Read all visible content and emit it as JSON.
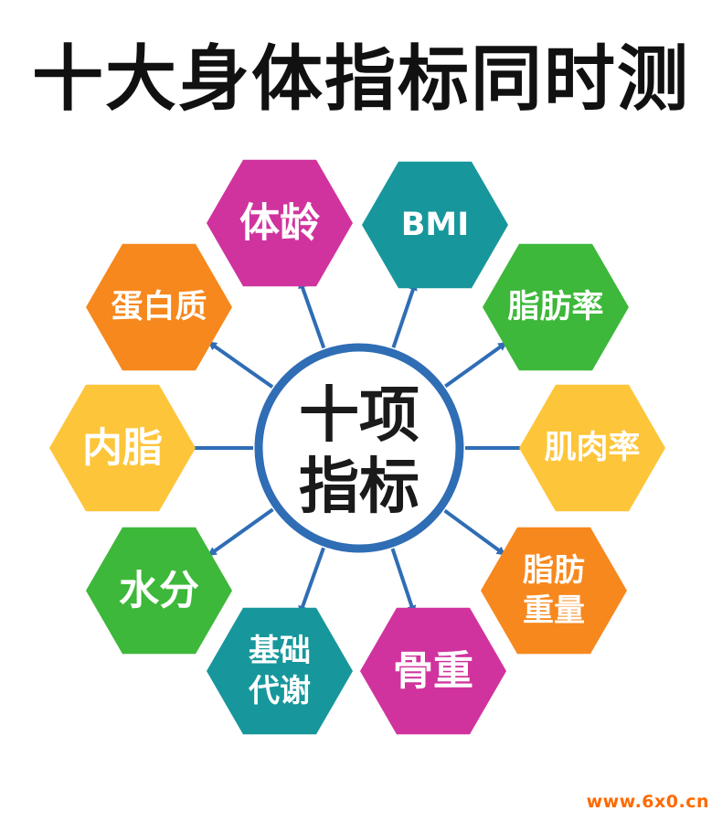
{
  "title": "十大身体指标同时测",
  "center": {
    "lines": [
      "十项",
      "指标"
    ]
  },
  "indicators": [
    {
      "lines": [
        "体龄"
      ],
      "color": "#d0339e"
    },
    {
      "lines": [
        "BMI"
      ],
      "color": "#17979b"
    },
    {
      "lines": [
        "脂肪率"
      ],
      "color": "#3db83a"
    },
    {
      "lines": [
        "肌肉率"
      ],
      "color": "#fdc53a"
    },
    {
      "lines": [
        "脂肪",
        "重量"
      ],
      "color": "#f7881d"
    },
    {
      "lines": [
        "骨重"
      ],
      "color": "#d0339e"
    },
    {
      "lines": [
        "基础",
        "代谢"
      ],
      "color": "#17979b"
    },
    {
      "lines": [
        "水分"
      ],
      "color": "#3db83a"
    },
    {
      "lines": [
        "内脂"
      ],
      "color": "#fdc53a"
    },
    {
      "lines": [
        "蛋白质"
      ],
      "color": "#f7881d"
    }
  ],
  "colors": {
    "arrow": "#2f6db5",
    "ring": "#2f6db5"
  },
  "watermark": "www.6x0.cn"
}
